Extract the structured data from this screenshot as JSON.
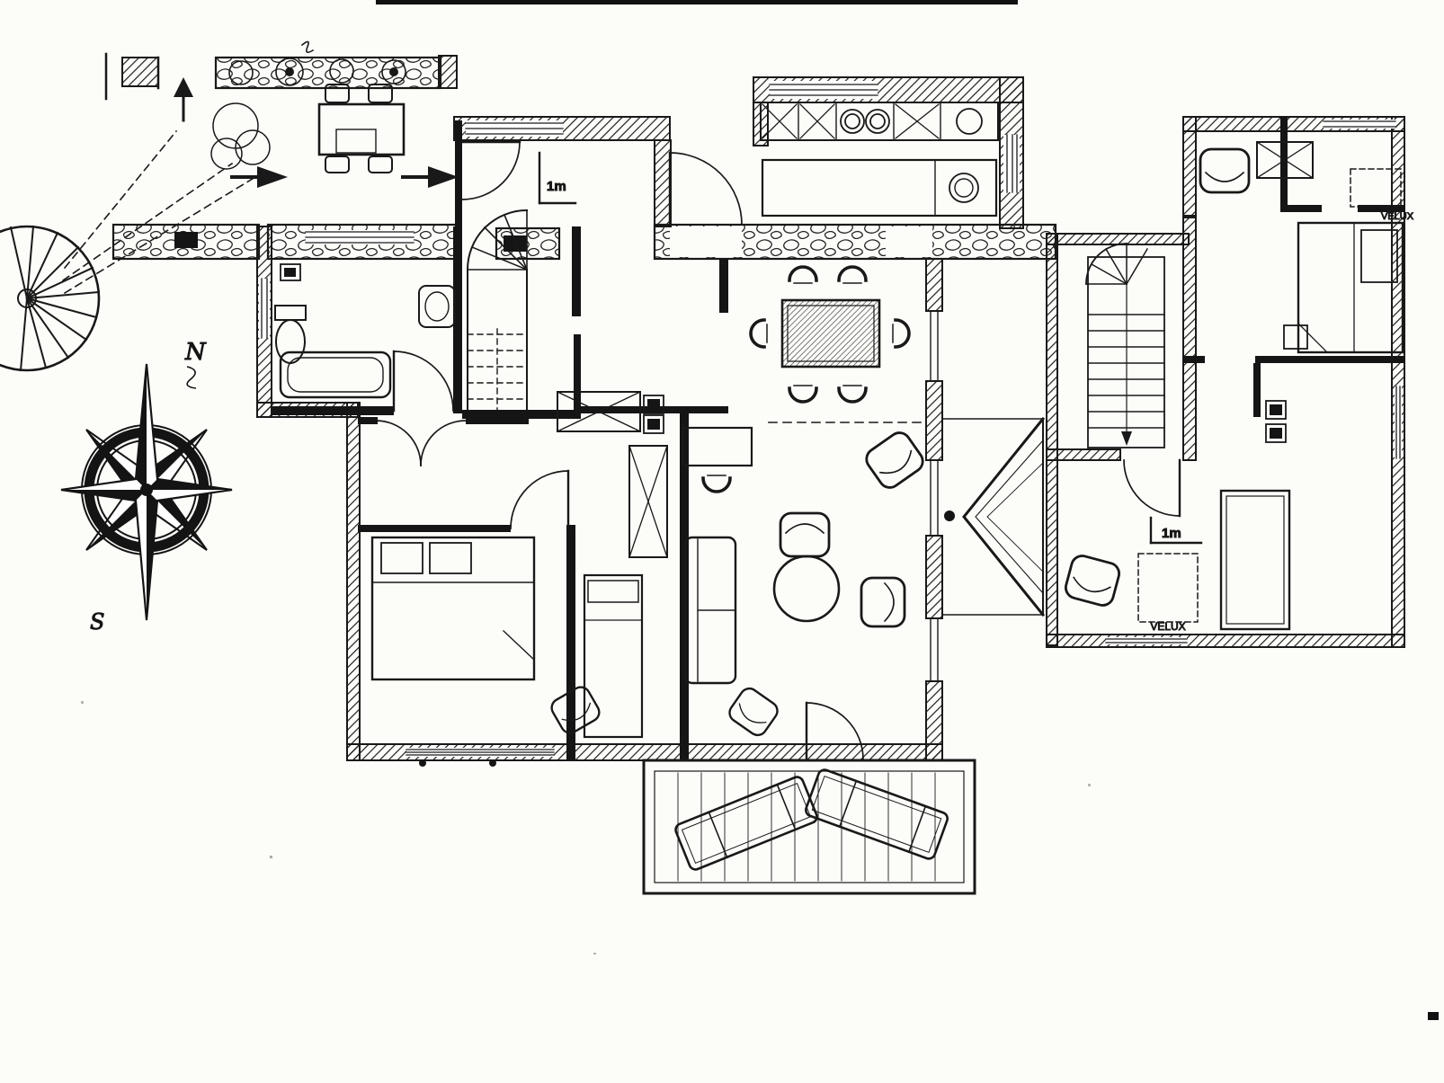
{
  "meta": {
    "kind": "scanned architectural floor plan",
    "style": "black ink line drawing on white paper"
  },
  "colors": {
    "paper": "#fcfcf9",
    "ink": "#191919"
  },
  "labels": {
    "compass_north": "N",
    "compass_south": "S",
    "velux_lower": "VELUX",
    "velux_upper": "VELUX",
    "height_marker_entry": "1m",
    "height_marker_right": "1m"
  },
  "symbols": [
    {
      "name": "spiral-staircase",
      "meaning": "outdoor spiral stair"
    },
    {
      "name": "compass-rose",
      "meaning": "eight point north arrow"
    },
    {
      "name": "planter-bed",
      "meaning": "garden planter with shrubs"
    },
    {
      "name": "patio-table-set",
      "meaning": "outdoor table with chairs"
    },
    {
      "name": "entrance-arrows",
      "meaning": "entry direction arrows"
    },
    {
      "name": "kitchen-counter",
      "meaning": "counter with hob and sink"
    },
    {
      "name": "kitchen-island",
      "meaning": "island unit with sink"
    },
    {
      "name": "dining-table-set",
      "meaning": "table with six chairs"
    },
    {
      "name": "bathroom-fixtures",
      "meaning": "wc, basin, bathtub"
    },
    {
      "name": "winder-staircase",
      "meaning": "quarter turn stair"
    },
    {
      "name": "wardrobe-crossed",
      "meaning": "built-in cupboard"
    },
    {
      "name": "double-bed",
      "meaning": "bedroom double bed"
    },
    {
      "name": "daybed",
      "meaning": "single bed"
    },
    {
      "name": "sofa-and-armchairs",
      "meaning": "lounge seating"
    },
    {
      "name": "coffee-table-round",
      "meaning": "round table"
    },
    {
      "name": "terrace-deck",
      "meaning": "timber deck"
    },
    {
      "name": "sun-loungers",
      "meaning": "two deck loungers"
    },
    {
      "name": "roof-slope",
      "meaning": "roof pitch marking"
    },
    {
      "name": "stair-flight-right",
      "meaning": "staircase of right building"
    },
    {
      "name": "velux-skylight",
      "meaning": "roof window, dashed"
    }
  ]
}
